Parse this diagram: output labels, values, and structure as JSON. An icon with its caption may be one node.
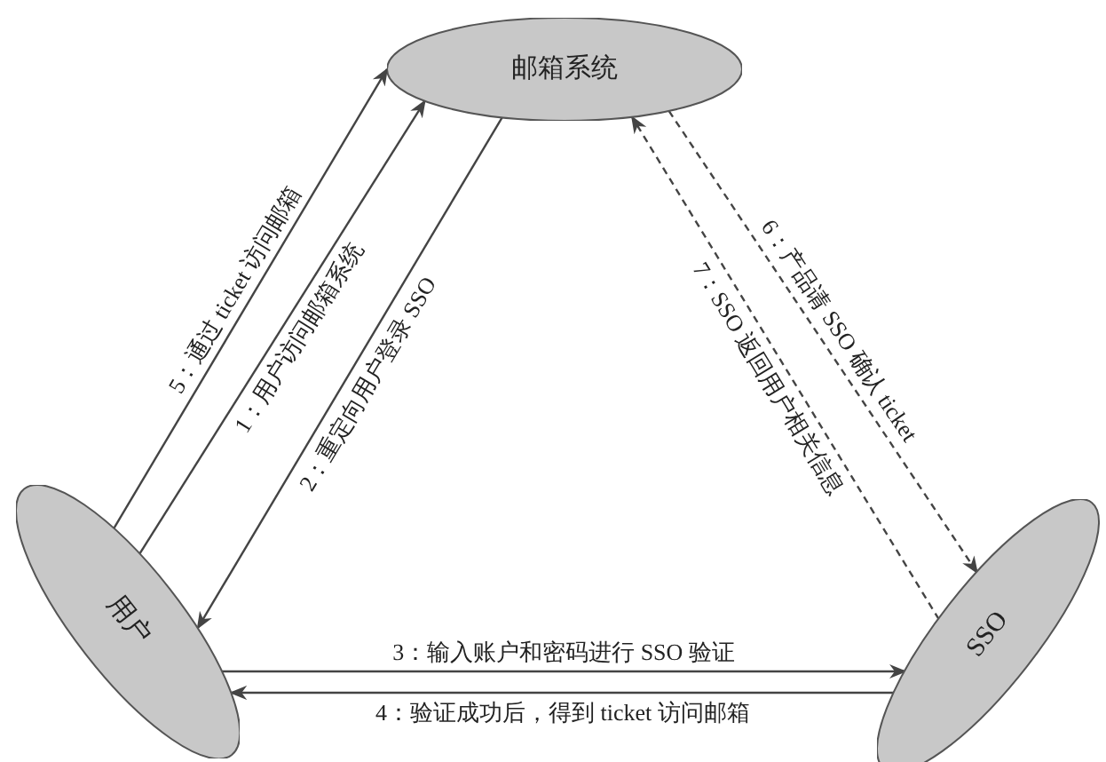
{
  "diagram": {
    "nodes": [
      {
        "text": [
          "邮箱系统"
        ]
      },
      {
        "text": [
          "用户"
        ]
      },
      {
        "text": [
          "SSO"
        ]
      }
    ],
    "edges": [
      {
        "from": 1,
        "to": 0,
        "arrow": "to",
        "label": "5：通过 ticket 访问邮箱"
      },
      {
        "from": 1,
        "to": 0,
        "arrow": "to",
        "label": "1：用户访问邮箱系统"
      },
      {
        "from": 0,
        "to": 1,
        "arrow": "to",
        "label": "2：重定向用户登录 SSO"
      },
      {
        "from": 1,
        "to": 2,
        "arrow": "to",
        "label": "3：输入账户和密码进行 SSO 验证"
      },
      {
        "from": 2,
        "to": 1,
        "arrow": "to",
        "label": "4：验证成功后，得到 ticket 访问邮箱"
      },
      {
        "from": 0,
        "to": 2,
        "arrow": "to",
        "label": "6：产品请 SSO 确认 ticket",
        "style": "dashed"
      },
      {
        "from": 2,
        "to": 0,
        "arrow": "to",
        "label": "7：SSO 返回用户相关信息",
        "style": "dashed"
      }
    ]
  }
}
